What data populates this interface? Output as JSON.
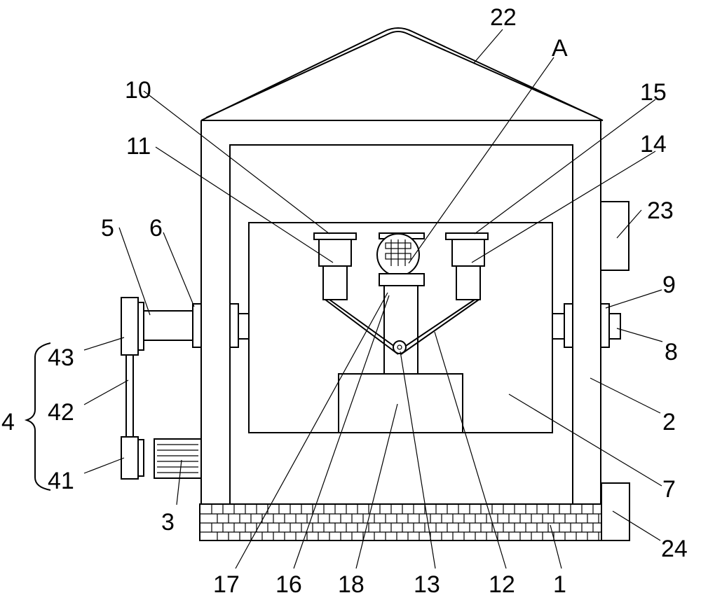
{
  "labels": {
    "l22": "22",
    "lA": "A",
    "l10": "10",
    "l15": "15",
    "l11": "11",
    "l14": "14",
    "l23": "23",
    "l5": "5",
    "l6": "6",
    "l9": "9",
    "l43": "43",
    "l8": "8",
    "l4": "4",
    "l42": "42",
    "l2": "2",
    "l41": "41",
    "l7": "7",
    "l3": "3",
    "l24": "24",
    "l17": "17",
    "l16": "16",
    "l18": "18",
    "l13": "13",
    "l12": "12",
    "l1": "1"
  }
}
